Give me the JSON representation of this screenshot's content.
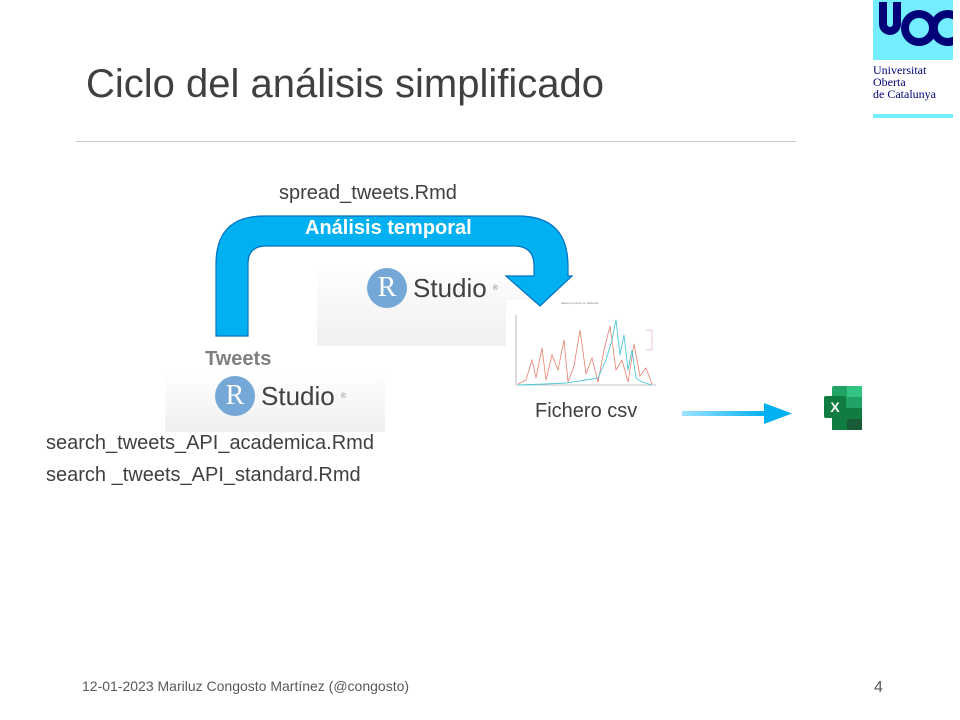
{
  "slide": {
    "title": "Ciclo del análisis simplificado",
    "page_number": "4",
    "footer": "12-01-2023 Mariluz  Congosto Martínez  (@congosto)"
  },
  "logo": {
    "mark": "UOC",
    "lines": [
      "Universitat",
      "Oberta",
      "de Catalunya"
    ]
  },
  "diagram": {
    "top_file": "spread_tweets.Rmd",
    "arrow_label": "Análisis temporal",
    "tweets_label": "Tweets",
    "rstudio_top": {
      "letter": "R",
      "word": "Studio",
      "reg": "®"
    },
    "rstudio_bottom": {
      "letter": "R",
      "word": "Studio",
      "reg": "®"
    },
    "search_files": [
      "search_tweets_API_academica.Rmd",
      "search _tweets_API_standard.Rmd"
    ],
    "output_label": "Fichero csv",
    "excel_letter": "X",
    "colors": {
      "arrow": "#00b0f0",
      "arrow_border": "#0070c0",
      "excel": "#107c41"
    }
  }
}
